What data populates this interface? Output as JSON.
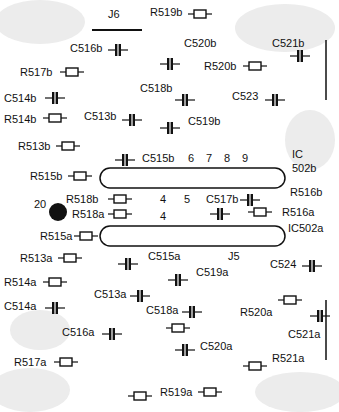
{
  "diagram": {
    "labels": [
      "J6",
      "R519b",
      "C516b",
      "C520b",
      "C521b",
      "R520b",
      "R517b",
      "C518b",
      "C523",
      "C514b",
      "R514b",
      "C513b",
      "C519b",
      "R513b",
      "C515b",
      "6",
      "7",
      "8",
      "9",
      "IC",
      "502b",
      "R515b",
      "R518b",
      "4",
      "5",
      "C517b",
      "R516b",
      "20",
      "R518a",
      "4",
      "R516a",
      "R515a",
      "IC502a",
      "C515a",
      "J5",
      "R513a",
      "C524",
      "C519a",
      "R514a",
      "C513a",
      "C514a",
      "C518a",
      "R520a",
      "C516a",
      "C521a",
      "C520a",
      "R517a",
      "R521a",
      "R519a"
    ]
  }
}
